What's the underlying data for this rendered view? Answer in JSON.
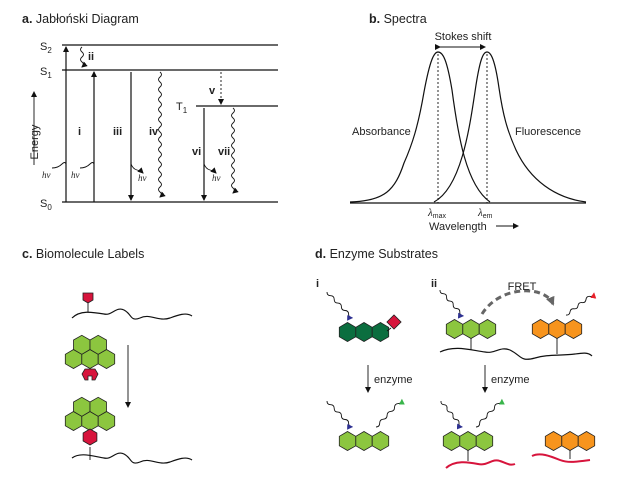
{
  "panels": {
    "a": {
      "letter": "a.",
      "title": "Jabłoński Diagram",
      "states": {
        "s2": "S",
        "s2_sub": "2",
        "s1": "S",
        "s1_sub": "1",
        "t1": "T",
        "t1_sub": "1",
        "s0": "S",
        "s0_sub": "0"
      },
      "energy_label": "Energy",
      "transitions": [
        "i",
        "ii",
        "iii",
        "iv",
        "v",
        "vi",
        "vii"
      ],
      "photon": "hv"
    },
    "b": {
      "letter": "b.",
      "title": "Spectra",
      "stokes": "Stokes shift",
      "absorbance": "Absorbance",
      "fluorescence": "Fluorescence",
      "lambda": "λ",
      "max_sub": "max",
      "em_sub": "em",
      "xlabel": "Wavelength"
    },
    "c": {
      "letter": "c.",
      "title": "Biomolecule Labels"
    },
    "d": {
      "letter": "d.",
      "title": "Enzyme Substrates",
      "sub_i": "i",
      "sub_ii": "ii",
      "fret": "FRET",
      "enzyme_i": "enzyme",
      "enzyme_ii": "enzyme"
    }
  },
  "colors": {
    "green": "#8cc63f",
    "dark_green": "#0b6e3f",
    "orange": "#f7941d",
    "red": "#d7143c",
    "blue_wave": "#2e3192",
    "green_wave": "#39b54a",
    "red_wave": "#e8202a",
    "fret_arrow": "#666666"
  }
}
